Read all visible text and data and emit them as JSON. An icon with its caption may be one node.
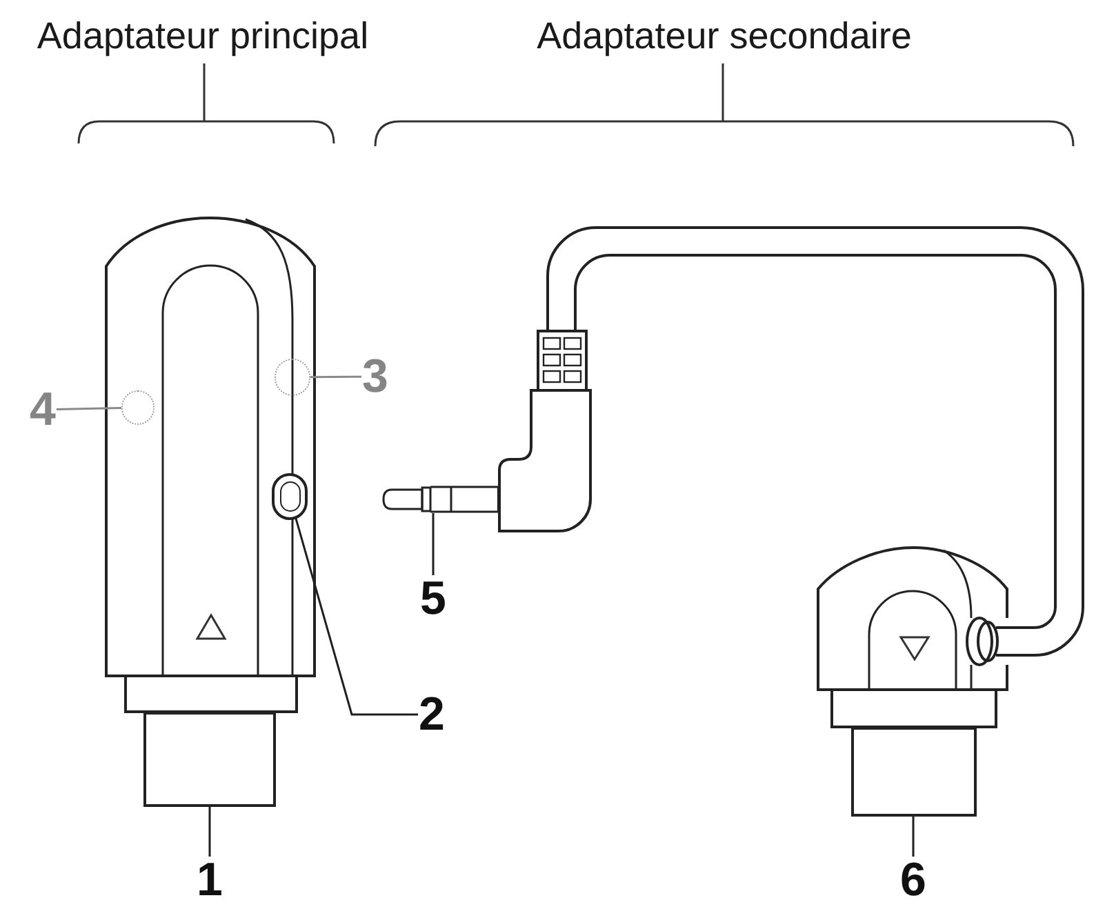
{
  "diagram": {
    "nodes": [
      {
        "text": [
          "4"
        ]
      },
      {
        "text": [],
        "shape": "circle"
      },
      {
        "text": [
          "3"
        ]
      },
      {
        "text": [],
        "shape": "circle"
      },
      {
        "text": [
          "5"
        ]
      },
      {
        "text": [],
        "shape": "picture"
      },
      {
        "text": [
          "2"
        ]
      },
      {
        "text": [],
        "shape": "circle"
      },
      {
        "text": [
          "1"
        ]
      },
      {
        "text": [],
        "shape": "box"
      },
      {
        "text": [
          "6"
        ]
      },
      {
        "text": [],
        "shape": "box"
      }
    ],
    "edges": [
      {
        "from": 0,
        "to": 1,
        "arrow": "none",
        "color": "#8a8a8a"
      },
      {
        "from": 2,
        "to": 3,
        "arrow": "none",
        "color": "#8a8a8a"
      },
      {
        "from": 4,
        "to": 5,
        "arrow": "none"
      },
      {
        "from": 6,
        "to": 7,
        "arrow": "none"
      },
      {
        "from": 8,
        "to": 9,
        "arrow": "none"
      },
      {
        "from": 10,
        "to": 11,
        "arrow": "none"
      }
    ],
    "labels": [
      "Adaptateur principal",
      "Adaptateur secondaire"
    ]
  }
}
